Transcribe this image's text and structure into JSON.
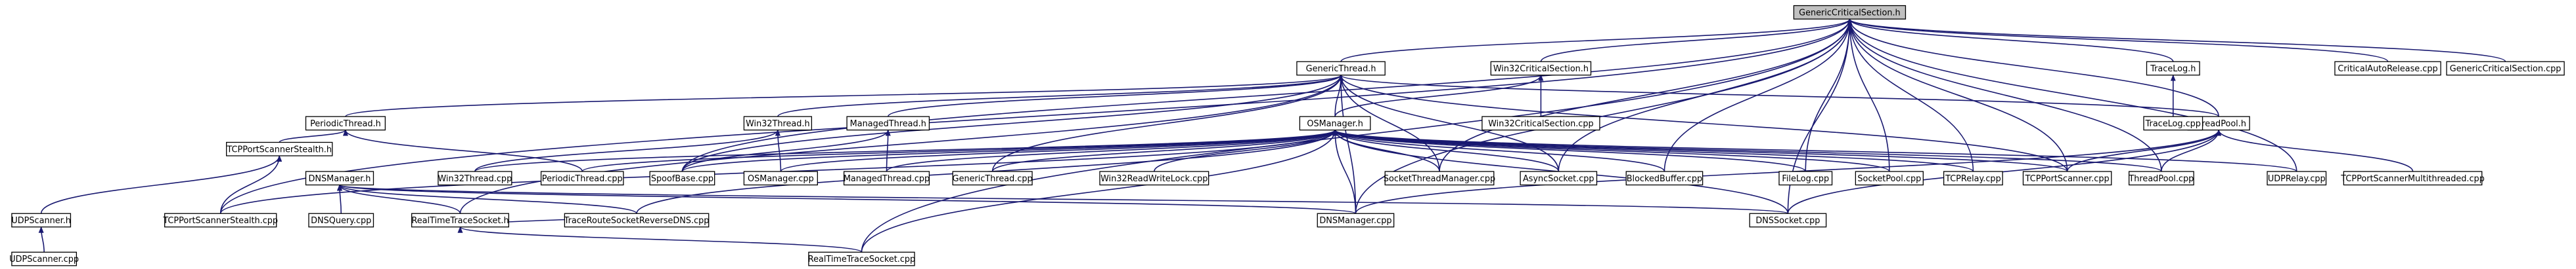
{
  "graph": {
    "nodes": [
      {
        "id": "gcs_h",
        "label": "GenericCriticalSection.h",
        "root": true
      },
      {
        "id": "gthread_h",
        "label": "GenericThread.h"
      },
      {
        "id": "w32cs_h",
        "label": "Win32CriticalSection.h"
      },
      {
        "id": "car_cpp",
        "label": "CriticalAutoRelease.cpp"
      },
      {
        "id": "gcs_cpp",
        "label": "GenericCriticalSection.cpp"
      },
      {
        "id": "tracelog_h",
        "label": "TraceLog.h"
      },
      {
        "id": "periodic_h",
        "label": "PeriodicThread.h"
      },
      {
        "id": "w32thread_h",
        "label": "Win32Thread.h"
      },
      {
        "id": "managed_h",
        "label": "ManagedThread.h"
      },
      {
        "id": "w32cs_cpp",
        "label": "Win32CriticalSection.cpp"
      },
      {
        "id": "threadpool_h",
        "label": "ThreadPool.h"
      },
      {
        "id": "tracelog_cpp",
        "label": "TraceLog.cpp"
      },
      {
        "id": "osmanager_h",
        "label": "OSManager.h"
      },
      {
        "id": "tcpstealth_h",
        "label": "TCPPortScannerStealth.h"
      },
      {
        "id": "w32thread_cpp",
        "label": "Win32Thread.cpp"
      },
      {
        "id": "periodic_cpp",
        "label": "PeriodicThread.cpp"
      },
      {
        "id": "spoofbase_cpp",
        "label": "SpoofBase.cpp"
      },
      {
        "id": "osmanager_cpp",
        "label": "OSManager.cpp"
      },
      {
        "id": "managed_cpp",
        "label": "ManagedThread.cpp"
      },
      {
        "id": "gthread_cpp",
        "label": "GenericThread.cpp"
      },
      {
        "id": "w32rwlock_cpp",
        "label": "Win32ReadWriteLock.cpp"
      },
      {
        "id": "stm_cpp",
        "label": "SocketThreadManager.cpp"
      },
      {
        "id": "async_cpp",
        "label": "AsyncSocket.cpp"
      },
      {
        "id": "blocked_cpp",
        "label": "BlockedBuffer.cpp"
      },
      {
        "id": "filelog_cpp",
        "label": "FileLog.cpp"
      },
      {
        "id": "socketpool_cpp",
        "label": "SocketPool.cpp"
      },
      {
        "id": "tcprelay_cpp",
        "label": "TCPRelay.cpp"
      },
      {
        "id": "tcpscanner_cpp",
        "label": "TCPPortScanner.cpp"
      },
      {
        "id": "threadpool_cpp",
        "label": "ThreadPool.cpp"
      },
      {
        "id": "udprelay_cpp",
        "label": "UDPRelay.cpp"
      },
      {
        "id": "tcpmulti_cpp",
        "label": "TCPPortScannerMultithreaded.cpp"
      },
      {
        "id": "dnsmanager_h",
        "label": "DNSManager.h"
      },
      {
        "id": "udpscanner_h",
        "label": "UDPScanner.h"
      },
      {
        "id": "tcpstealth_cpp",
        "label": "TCPPortScannerStealth.cpp"
      },
      {
        "id": "dnsquery_cpp",
        "label": "DNSQuery.cpp"
      },
      {
        "id": "rtts_h",
        "label": "RealTimeTraceSocket.h"
      },
      {
        "id": "trsrdns_cpp",
        "label": "TraceRouteSocketReverseDNS.cpp"
      },
      {
        "id": "dnssocket_cpp",
        "label": "DNSSocket.cpp"
      },
      {
        "id": "dnsmanager_cpp",
        "label": "DNSManager.cpp"
      },
      {
        "id": "udpscanner_cpp",
        "label": "UDPScanner.cpp"
      },
      {
        "id": "rtts_cpp",
        "label": "RealTimeTraceSocket.cpp"
      }
    ]
  }
}
